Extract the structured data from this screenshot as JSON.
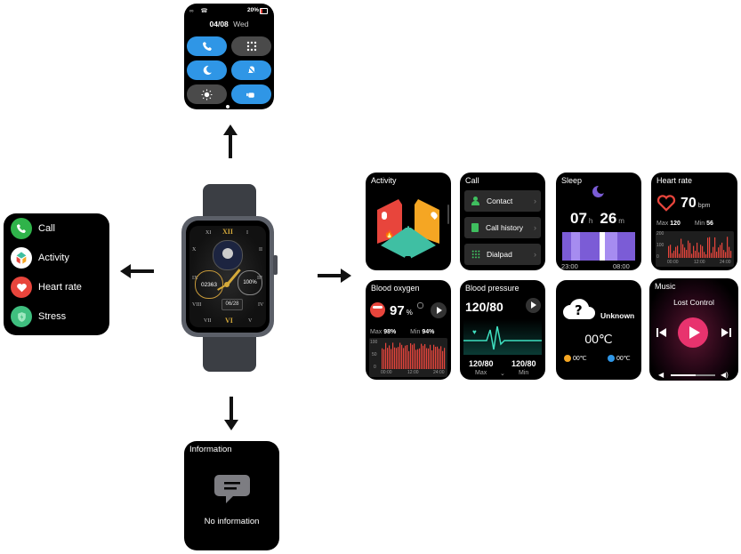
{
  "quick_panel": {
    "battery": "20%",
    "date": "04/08",
    "weekday": "Wed"
  },
  "left_menu": {
    "items": [
      {
        "label": "Call",
        "icon": "phone-icon",
        "color": "#2fb34a"
      },
      {
        "label": "Activity",
        "icon": "activity-icon",
        "color": "#ffffff"
      },
      {
        "label": "Heart rate",
        "icon": "heart-icon",
        "color": "#e8453c"
      },
      {
        "label": "Stress",
        "icon": "stress-icon",
        "color": "#3fbf7f"
      }
    ]
  },
  "watch_face": {
    "numerals": {
      "top": "XII",
      "bottom": "VI",
      "left_top": "X",
      "left_mid": "IX",
      "left_bot": "VIII",
      "right_top": "II",
      "right_mid": "III",
      "right_bot": "IV",
      "top_left": "XI",
      "top_right": "I",
      "bottom_left": "VII",
      "bottom_right": "V"
    },
    "steps": "02363",
    "battery": "100%",
    "date": "06/28"
  },
  "information": {
    "title": "Information",
    "message": "No information"
  },
  "cards": {
    "activity": {
      "title": "Activity"
    },
    "call": {
      "title": "Call",
      "items": [
        {
          "label": "Contact"
        },
        {
          "label": "Call history"
        },
        {
          "label": "Dialpad"
        }
      ]
    },
    "sleep": {
      "title": "Sleep",
      "hours": "07",
      "h": "h",
      "minutes": "26",
      "m": "m",
      "start": "23:00",
      "end": "08:00"
    },
    "heart_rate": {
      "title": "Heart rate",
      "value": "70",
      "unit": "bpm",
      "max_label": "Max",
      "max": "120",
      "min_label": "Min",
      "min": "56",
      "y_ticks": [
        "200",
        "100",
        "0"
      ],
      "x_ticks": [
        "00:00",
        "12:00",
        "24:00"
      ]
    },
    "blood_oxygen": {
      "title": "Blood oxygen",
      "value": "97",
      "unit": "%",
      "max_label": "Max",
      "max": "98%",
      "min_label": "Min",
      "min": "94%",
      "y_ticks": [
        "100",
        "50",
        "0"
      ],
      "x_ticks": [
        "00:00",
        "12:00",
        "24:00"
      ]
    },
    "blood_pressure": {
      "title": "Blood pressure",
      "value": "120/80",
      "max_value": "120/80",
      "min_value": "120/80",
      "max_label": "Max",
      "min_label": "Min"
    },
    "weather": {
      "status": "Unknown",
      "temp": "00℃",
      "low": "00℃",
      "high": "00℃"
    },
    "music": {
      "title": "Music",
      "status": "Lost Control"
    }
  },
  "colors": {
    "accent_blue": "#2f96e6",
    "music_pink": "#e8336e",
    "bar_red": "#e8453c"
  }
}
